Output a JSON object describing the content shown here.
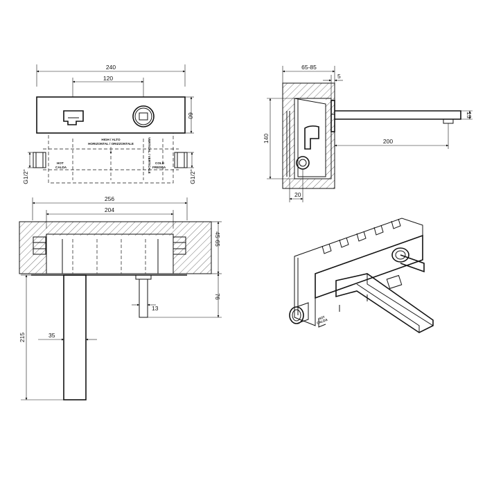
{
  "top_view": {
    "dim_240": "240",
    "dim_120": "120",
    "dim_60": "60",
    "thread_left": "G1/2\"",
    "thread_right": "G1/2\"",
    "label_hot_1": "HOT",
    "label_hot_2": "CALDA",
    "label_cold_1": "COLD",
    "label_cold_2": "FREDDA",
    "label_high_1": "HIGH / ALTO",
    "label_high_2": "HORIZONTAL / ORIZZONTALE",
    "label_vertical": "VERTICAL / VERTICALE"
  },
  "side_view": {
    "dim_65_85": "65-85",
    "dim_5": "5",
    "dim_140": "140",
    "dim_200": "200",
    "dim_15": "15",
    "dim_20": "20"
  },
  "bottom_view": {
    "dim_256": "256",
    "dim_204": "204",
    "dim_45_65": "45-65",
    "dim_76": "76",
    "dim_13": "13",
    "dim_215": "215",
    "dim_35": "35"
  },
  "iso_view": {
    "label_hot_1": "HOT",
    "label_hot_2": "CALDA"
  }
}
